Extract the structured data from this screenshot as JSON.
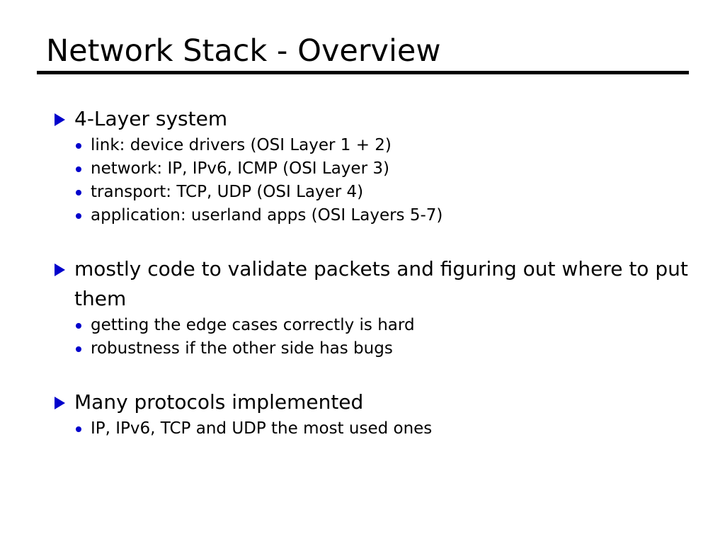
{
  "slide": {
    "title": "Network Stack - Overview",
    "background_color": "#ffffff",
    "text_color": "#000000",
    "accent_color": "#0000cc",
    "rule_color": "#000000",
    "bullet_l1_icon": "triangle-right-bullet",
    "bullet_l2_icon": "round-bullet",
    "groups": [
      {
        "heading": "4-Layer system",
        "items": [
          "link: device drivers (OSI Layer 1 + 2)",
          "network: IP, IPv6, ICMP (OSI Layer 3)",
          "transport: TCP, UDP (OSI Layer 4)",
          "application: userland apps (OSI Layers 5-7)"
        ]
      },
      {
        "heading": "mostly code to validate packets and figuring out where to put them",
        "items": [
          "getting the edge cases correctly is hard",
          "robustness if the other side has bugs"
        ]
      },
      {
        "heading": "Many protocols implemented",
        "items": [
          "IP, IPv6, TCP and UDP the most used ones"
        ]
      }
    ]
  }
}
